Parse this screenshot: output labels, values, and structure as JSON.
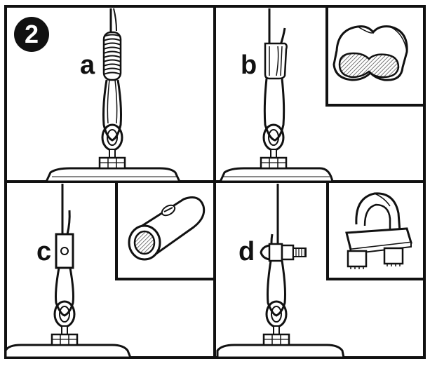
{
  "step_number": "2",
  "panels": [
    {
      "id": "a",
      "label": "a",
      "method": "wrapped-coil"
    },
    {
      "id": "b",
      "label": "b",
      "method": "crimp-sleeve",
      "inset": "oval-double-ferrule"
    },
    {
      "id": "c",
      "label": "c",
      "method": "set-screw-stop",
      "inset": "cylindrical-stop-with-screw"
    },
    {
      "id": "d",
      "label": "d",
      "method": "wire-rope-clip",
      "inset": "u-bolt-clamp"
    }
  ],
  "colors": {
    "ink": "#111111",
    "background": "#ffffff",
    "hatch": "#555555"
  }
}
